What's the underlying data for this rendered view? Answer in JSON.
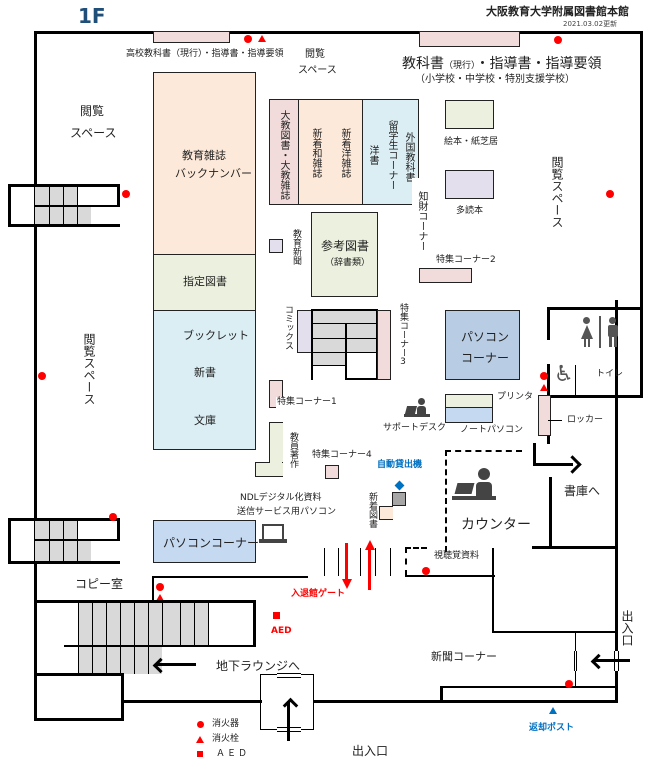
{
  "header": {
    "floor": "1F",
    "library_name": "大阪教育大学附属図書館本館",
    "updated": "2021.03.02更新"
  },
  "areas": {
    "hs_textbooks": "高校教科書（現行）・指導書・指導要領",
    "reading_top": "閲覧\nスペース",
    "reading_top_l1": "閲覧",
    "reading_top_l2": "スペース",
    "reading_left_top_l1": "閲覧",
    "reading_left_top_l2": "スペース",
    "textbooks_main": "教科書",
    "textbooks_current": "（現行）",
    "textbooks_guides": "・指導書・指導要領",
    "textbooks_sub": "（小学校・中学校・特別支援学校）",
    "edu_magazines_l1": "教育雑誌",
    "edu_magazines_l2": "バックナンバー",
    "designated_books": "指定図書",
    "booklet": "ブックレット",
    "shinsho": "新書",
    "bunko": "文庫",
    "daikyo_books": "大教図書・大教雑誌",
    "new_jp_mag": "新着和雑誌",
    "new_foreign_mag": "新着洋雑誌",
    "foreign_books": "洋書",
    "intl_student_corner": "留学生コーナー",
    "foreign_textbooks": "外国教科書",
    "ip_corner": "知財コーナー",
    "picture_books": "絵本・紙芝居",
    "multi_read": "多読本",
    "reading_right": "閲覧スペース",
    "edu_newspapers": "教育新聞",
    "reference_l1": "参考図書",
    "reference_l2": "（辞書類）",
    "special_2": "特集コーナー2",
    "comics": "コミックス",
    "special_3": "特集コーナー3",
    "pc_corner_l1": "パソコン",
    "pc_corner_l2": "コーナー",
    "reading_left": "閲覧スペース",
    "special_1": "特集コーナー1",
    "support_desk": "サポートデスク",
    "printer": "プリンタ",
    "notebook_pc": "ノートパソコン",
    "toilet": "トイレ",
    "locker": "ロッカー",
    "faculty_works": "教員著作",
    "special_4": "特集コーナー4",
    "self_checkout": "自動貸出機",
    "ndl_l1": "NDLデジタル化資料",
    "ndl_l2": "送信サービス用パソコン",
    "new_books": "新着図書",
    "counter": "カウンター",
    "to_stacks": "書庫へ",
    "pc_corner_left": "パソコンコーナー",
    "av_materials": "視聴覚資料",
    "copy_room": "コピー室",
    "entry_gate": "入退館ゲート",
    "aed": "AED",
    "to_basement": "地下ラウンジへ",
    "newspaper_corner": "新聞コーナー",
    "entrance_right": "出入口",
    "entrance_bottom": "出入口",
    "return_box": "返却ポスト"
  },
  "legend": [
    {
      "symbol": "circle",
      "label": "消火器",
      "color": "#ff0000"
    },
    {
      "symbol": "triangle",
      "label": "消火栓",
      "color": "#ff0000"
    },
    {
      "symbol": "square",
      "label": "ＡＥＤ",
      "color": "#ff0000"
    }
  ],
  "colors": {
    "title_blue": "#1f4e79",
    "alert_red": "#ff0000",
    "info_blue": "#0070c0"
  }
}
